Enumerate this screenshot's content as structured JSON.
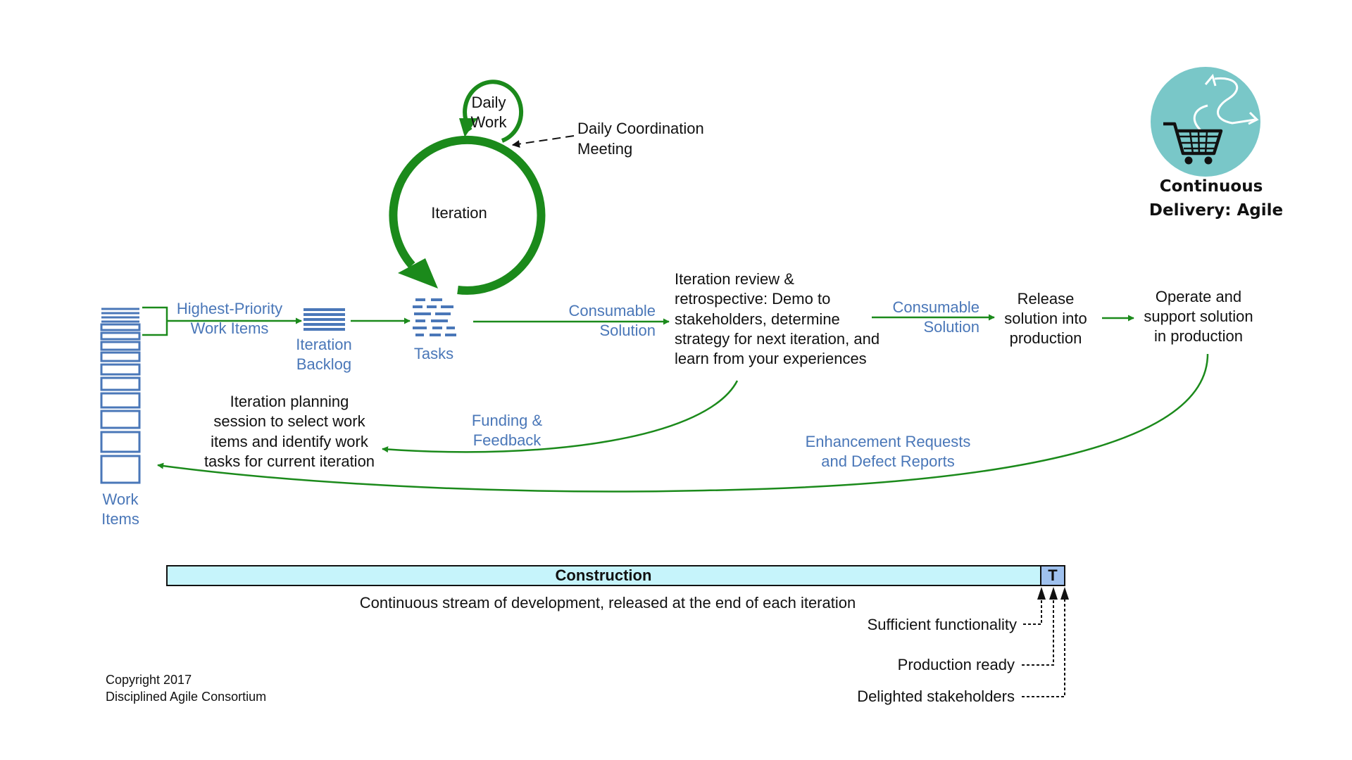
{
  "colors": {
    "arrow_green": "#1b8a1b",
    "label_blue": "#4a77b8",
    "bar_fill": "#c6f4fb",
    "t_box_fill": "#9fc1ee",
    "logo_teal": "#79c7c8"
  },
  "logo": {
    "line1": "Continuous",
    "line2": "Delivery: Agile",
    "icon": "shopping-cart-icon"
  },
  "daily_work": {
    "line1": "Daily",
    "line2": "Work"
  },
  "coordination": {
    "line1": "Daily Coordination",
    "line2": "Meeting"
  },
  "iteration": {
    "label": "Iteration"
  },
  "work_items": {
    "line1": "Work",
    "line2": "Items"
  },
  "highest_priority": {
    "line1": "Highest-Priority",
    "line2": "Work Items"
  },
  "iteration_backlog": {
    "line1": "Iteration",
    "line2": "Backlog"
  },
  "tasks": {
    "label": "Tasks"
  },
  "consumable1": {
    "line1": "Consumable",
    "line2": "Solution"
  },
  "review": {
    "line1": "Iteration review &",
    "line2": "retrospective: Demo to",
    "line3": "stakeholders, determine",
    "line4": "strategy for next iteration, and",
    "line5": "learn from your experiences"
  },
  "consumable2": {
    "line1": "Consumable",
    "line2": "Solution"
  },
  "release": {
    "line1": "Release",
    "line2": "solution into",
    "line3": "production"
  },
  "operate": {
    "line1": "Operate and",
    "line2": "support solution",
    "line3": "in production"
  },
  "planning": {
    "line1": "Iteration planning",
    "line2": "session to select work",
    "line3": "items and identify work",
    "line4": "tasks for current iteration"
  },
  "funding": {
    "line1": "Funding &",
    "line2": "Feedback"
  },
  "enhancement": {
    "line1": "Enhancement Requests",
    "line2": "and Defect Reports"
  },
  "phase": {
    "construction": "Construction",
    "transition": "T",
    "caption": "Continuous stream of development, released at the end of each iteration"
  },
  "milestones": [
    "Sufficient functionality",
    "Production ready",
    "Delighted stakeholders"
  ],
  "copyright": {
    "line1": "Copyright 2017",
    "line2": "Disciplined Agile Consortium"
  }
}
